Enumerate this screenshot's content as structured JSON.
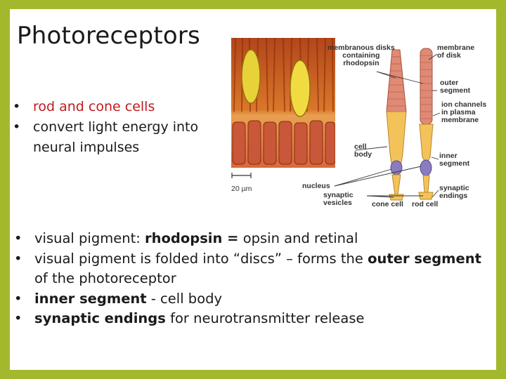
{
  "slide": {
    "title": "Photoreceptors",
    "bullets_top": [
      {
        "text": "rod and cone cells",
        "color": "#c2191f"
      },
      {
        "text": "convert light energy into neural impulses"
      }
    ],
    "bullets_bottom": [
      {
        "parts": [
          {
            "t": "visual pigment: "
          },
          {
            "t": "rhodopsin =",
            "b": true
          },
          {
            "t": "  opsin and retinal"
          }
        ]
      },
      {
        "parts": [
          {
            "t": "visual pigment is folded into “discs” – forms the  "
          },
          {
            "t": "outer segment",
            "b": true
          },
          {
            "t": " of the photoreceptor"
          }
        ]
      },
      {
        "parts": [
          {
            "t": "inner segment",
            "b": true
          },
          {
            "t": " - cell body"
          }
        ]
      },
      {
        "parts": [
          {
            "t": "synaptic endings",
            "b": true
          },
          {
            "t": " for neurotransmitter release"
          }
        ]
      }
    ]
  },
  "figure": {
    "scale_bar": "20 µm",
    "labels": {
      "membranous_disks": "membranous disks\ncontaining\nrhodopsin",
      "membrane_of_disk": "membrane\nof disk",
      "outer_segment": "outer\nsegment",
      "ion_channels": "ion channels\nin plasma\nmembrane",
      "cell_body": "cell\nbody",
      "inner_segment": "inner\nsegment",
      "nucleus": "nucleus",
      "synaptic_endings": "synaptic\nendings",
      "synaptic_vesicles": "synaptic\nvesicles",
      "cone_cell": "cone cell",
      "rod_cell": "rod cell"
    }
  },
  "colors": {
    "frame": "#a3b82d",
    "accent_red": "#c2191f",
    "outer_segment": "#e08a76",
    "inner_segment": "#f3c35a"
  }
}
